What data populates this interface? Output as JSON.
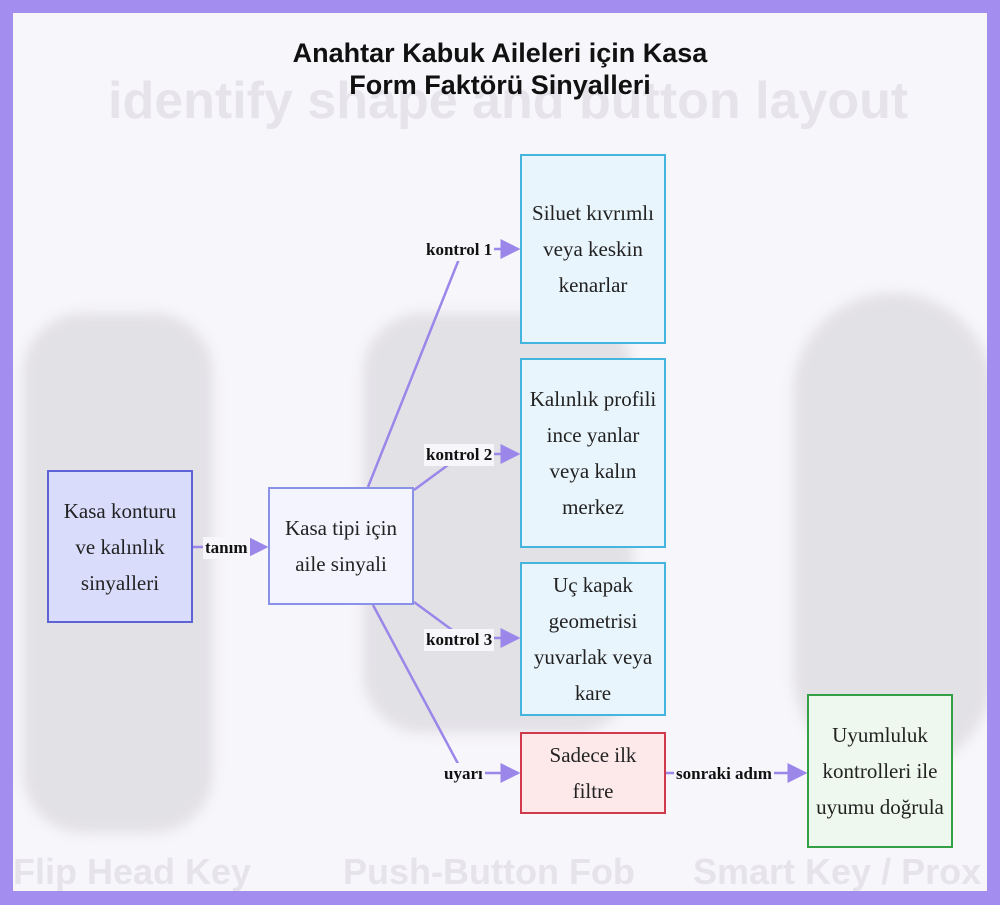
{
  "title": {
    "line1": "Anahtar Kabuk Aileleri için Kasa",
    "line2": "Form Faktörü Sinyalleri"
  },
  "background": {
    "watermark_top": "identify shape and button layout",
    "captions": [
      "Flip Head Key",
      "Push-Button Fob",
      "Smart Key / Prox"
    ]
  },
  "nodes": {
    "source": "Kasa konturu ve kalınlık sinyalleri",
    "family": "Kasa tipi için aile sinyali",
    "check1": "Siluet kıvrımlı veya keskin kenarlar",
    "check2": "Kalınlık profili ince yanlar veya kalın merkez",
    "check3": "Uç kapak geometrisi yuvarlak veya kare",
    "warning": "Sadece ilk filtre",
    "next": "Uyumluluk kontrolleri ile uyumu doğrula"
  },
  "edges": {
    "definition": "tanım",
    "check1": "kontrol 1",
    "check2": "kontrol 2",
    "check3": "kontrol 3",
    "warning": "uyarı",
    "next_step": "sonraki adım"
  },
  "colors": {
    "frame": "#a38ef0",
    "edge": "#9b86ea"
  }
}
